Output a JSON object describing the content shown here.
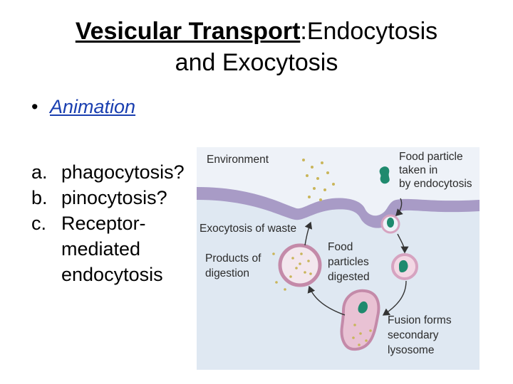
{
  "slide": {
    "title_underlined": "Vesicular Transport",
    "title_rest_line1": ":Endocytosis",
    "title_line2": "and Exocytosis",
    "bullet": "Animation",
    "items": [
      {
        "marker": "a.",
        "text": "phagocytosis?"
      },
      {
        "marker": "b.",
        "text": "pinocytosis?"
      },
      {
        "marker": "c.",
        "text": "Receptor-mediated endocytosis"
      }
    ]
  },
  "figure": {
    "labels": {
      "environment": "Environment",
      "food1": "Food particle",
      "food2": "taken in",
      "food3": "by endocytosis",
      "exo": "Exocytosis of waste",
      "prod1": "Products of",
      "prod2": "digestion",
      "dig1": "Food",
      "dig2": "particles",
      "dig3": "digested",
      "fus1": "Fusion forms",
      "fus2": "secondary",
      "fus3": "lysosome"
    },
    "colors": {
      "environment": "#eef2f8",
      "cytoplasm": "#dfe8f2",
      "membrane": "#a89bc6",
      "vesicle": "#d6a3c0",
      "particle": "#1f8a6e",
      "dots": "#c9b55a"
    }
  }
}
